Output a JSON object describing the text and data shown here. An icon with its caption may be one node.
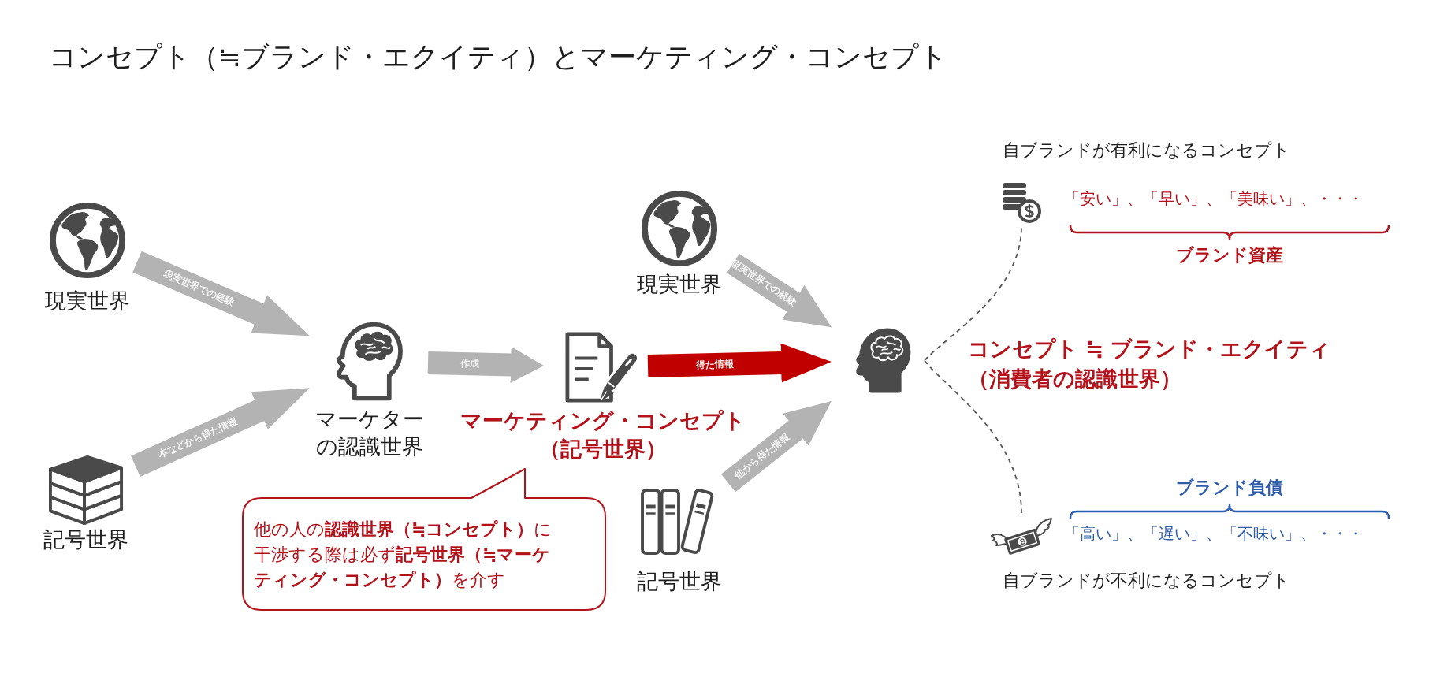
{
  "diagram": {
    "title": "コンセプト（≒ブランド・エクイティ）とマーケティング・コンセプト",
    "nodes": [
      {
        "text": [],
        "shape": "picture",
        "beside": [
          "現実世界"
        ]
      },
      {
        "text": [],
        "shape": "picture",
        "beside": [
          "記号世界"
        ]
      },
      {
        "text": [],
        "shape": "picture",
        "beside": [
          "マーケターの認識世界"
        ]
      },
      {
        "text": [],
        "shape": "picture",
        "beside": [
          "マーケティング・コンセプト（記号世界）"
        ]
      },
      {
        "text": [
          "他の人の**認識世界（≒コンセプト）**に干渉する際は必ず**記号世界（≒マーケティング・コンセプト）**を介す"
        ]
      },
      {
        "text": [],
        "shape": "picture",
        "beside": [
          "現実世界"
        ]
      },
      {
        "text": [],
        "shape": "picture",
        "beside": [
          "記号世界"
        ]
      },
      {
        "text": [],
        "shape": "picture",
        "beside": [
          "コンセプト ≒ ブランド・エクイティ（消費者の認識世界）"
        ]
      },
      {
        "text": [],
        "shape": "picture"
      },
      {
        "text": [],
        "shape": "picture"
      }
    ],
    "edges": [
      {
        "from": 0,
        "to": 2,
        "arrow": "to",
        "label": "現実世界での経験"
      },
      {
        "from": 1,
        "to": 2,
        "arrow": "to",
        "label": "本などから得た情報"
      },
      {
        "from": 2,
        "to": 3,
        "arrow": "to",
        "label": "作成"
      },
      {
        "from": 3,
        "to": 7,
        "arrow": "to",
        "label": "得た情報",
        "color": "#c00000"
      },
      {
        "from": 5,
        "to": 7,
        "arrow": "to",
        "label": "現実世界での経験"
      },
      {
        "from": 6,
        "to": 7,
        "arrow": "to",
        "label": "他から得た情報"
      },
      {
        "from": 7,
        "to": 8,
        "arrow": "none",
        "style": "dashed",
        "color": "#555555"
      },
      {
        "from": 7,
        "to": 9,
        "arrow": "none",
        "style": "dashed",
        "color": "#555555"
      }
    ],
    "labels": [
      "自ブランドが有利になるコンセプト",
      "「安い」、「早い」、「美味い」、・・・",
      "ブランド資産",
      "ブランド負債",
      "「高い」、「遅い」、「不味い」、・・・",
      "自ブランドが不利になるコンセプト"
    ]
  }
}
